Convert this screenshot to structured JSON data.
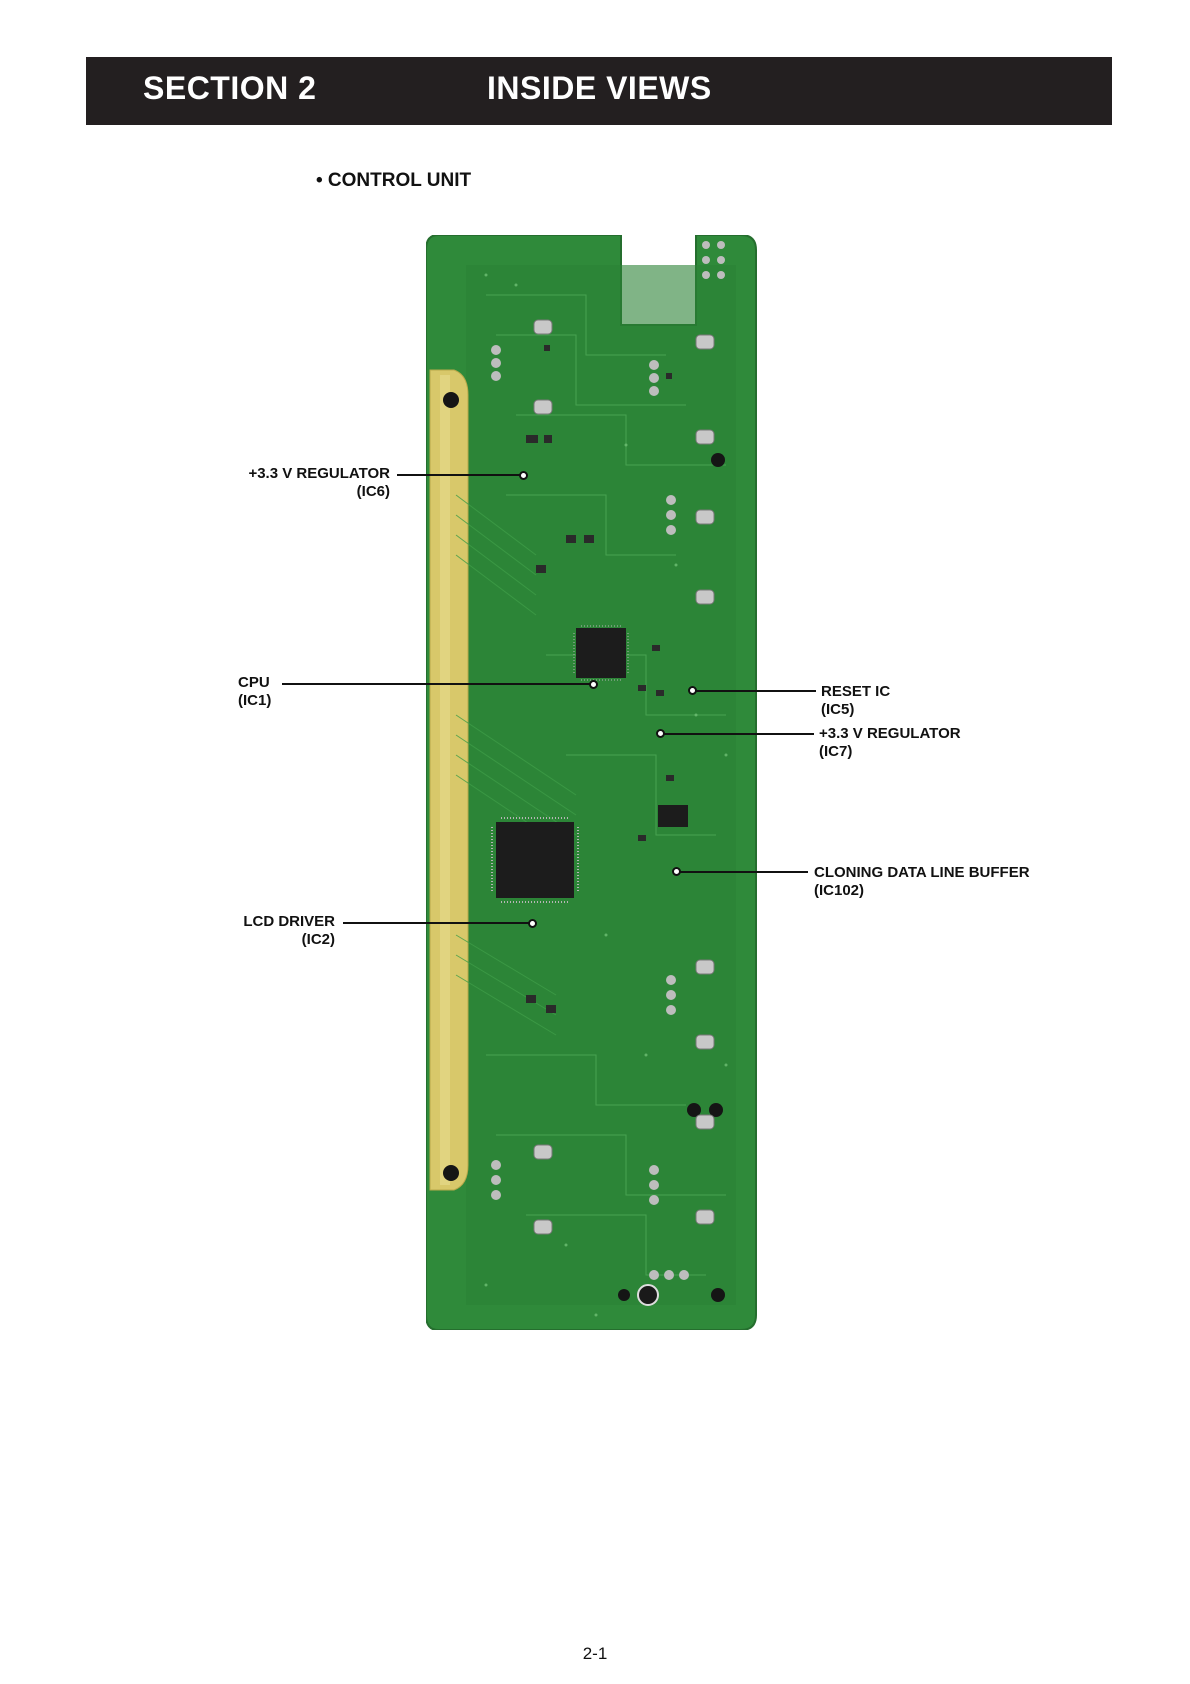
{
  "header": {
    "section": "SECTION 2",
    "title": "INSIDE VIEWS"
  },
  "subtitle": "• CONTROL UNIT",
  "callouts": {
    "reg_ic6": {
      "line1": "+3.3 V REGULATOR",
      "line2": "(IC6)"
    },
    "cpu": {
      "line1": "CPU",
      "line2": "(IC1)"
    },
    "lcd_driver": {
      "line1": "LCD DRIVER",
      "line2": "(IC2)"
    },
    "reset_ic": {
      "line1": "RESET IC",
      "line2": "(IC5)"
    },
    "reg_ic7": {
      "line1": "+3.3 V REGULATOR",
      "line2": "(IC7)"
    },
    "cloning": {
      "line1": "CLONING DATA LINE BUFFER",
      "line2": "(IC102)"
    }
  },
  "page_number": "2-1",
  "colors": {
    "header_bg": "#231f20",
    "pcb_green": "#2f8a3a",
    "pcb_trace": "#3c9a45",
    "edge_connector": "#d8c86a",
    "chip": "#1c1c1c"
  }
}
